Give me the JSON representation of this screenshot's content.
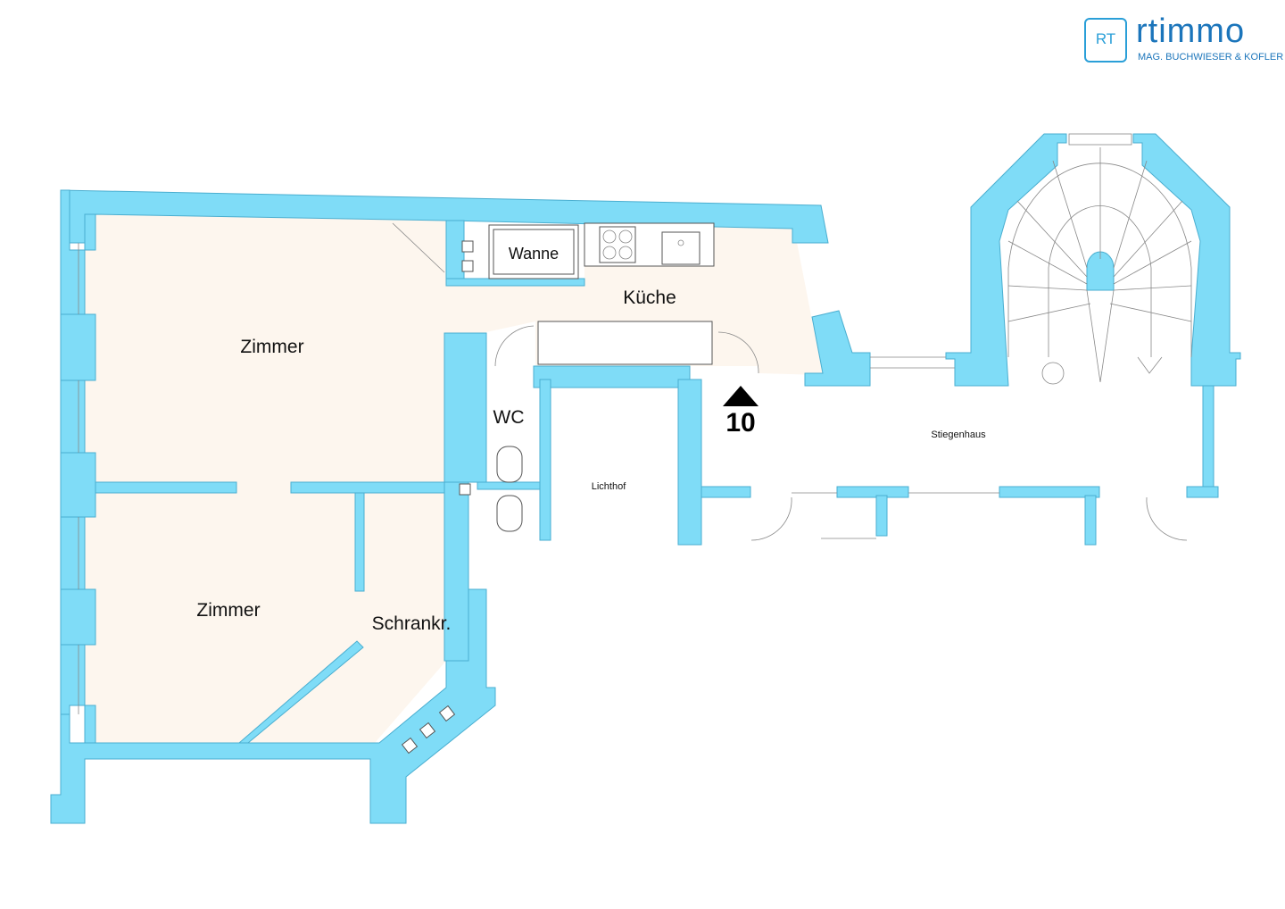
{
  "logo": {
    "mark_text": "RT",
    "brand": "rtimmo",
    "tagline": "MAG. BUCHWIESER & KOFLER"
  },
  "rooms": {
    "zimmer_1": "Zimmer",
    "zimmer_2": "Zimmer",
    "schrankraum": "Schrankr.",
    "kueche": "Küche",
    "wanne": "Wanne",
    "wc": "WC",
    "lichthof": "Lichthof",
    "stiegenhaus": "Stiegenhaus"
  },
  "entrance": {
    "icon": "arrow-up-icon",
    "number": "10"
  },
  "colors": {
    "wall": "#7fdcf7",
    "floor": "#fdf6ee",
    "brand": "#1b75bb"
  }
}
